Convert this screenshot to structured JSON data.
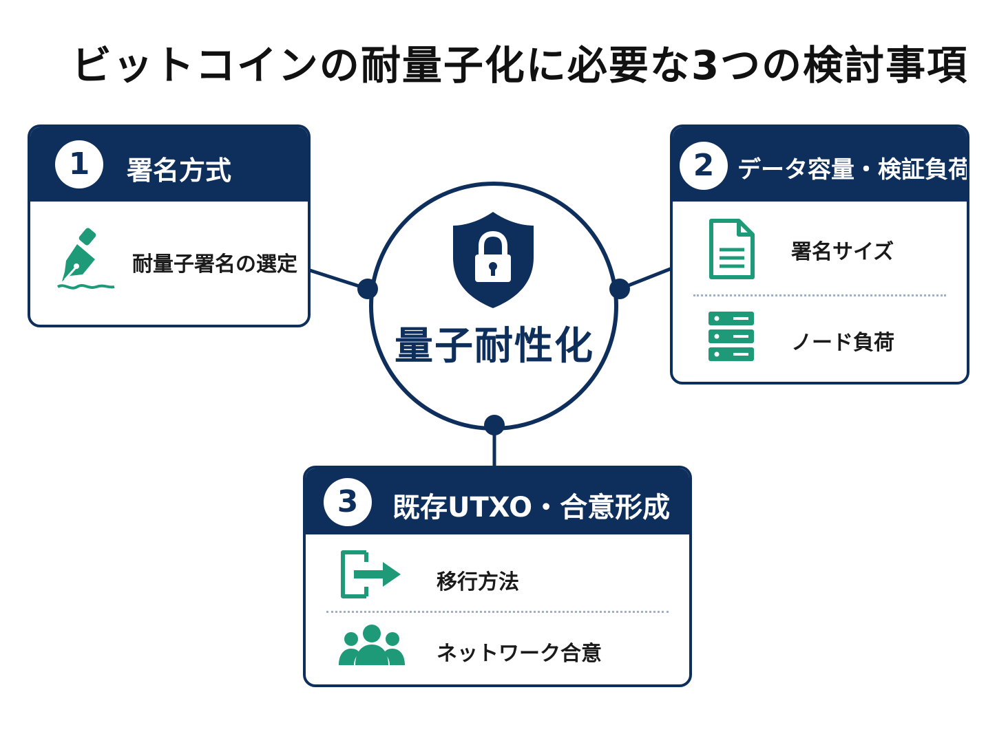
{
  "title": "ビットコインの耐量子化に必要な3つの検討事項",
  "center": {
    "label": "量子耐性化",
    "icon": "shield-lock-icon"
  },
  "colors": {
    "navy": "#0e2f5c",
    "green": "#1f9a78",
    "divider": "#9fb0c4"
  },
  "cards": [
    {
      "number": "1",
      "heading": "署名方式",
      "items": [
        {
          "label": "耐量子署名の選定",
          "icon": "fountain-pen-icon"
        }
      ]
    },
    {
      "number": "2",
      "heading": "データ容量・検証負荷",
      "items": [
        {
          "label": "署名サイズ",
          "icon": "document-icon"
        },
        {
          "label": "ノード負荷",
          "icon": "server-icon"
        }
      ]
    },
    {
      "number": "3",
      "heading": "既存UTXO・合意形成",
      "items": [
        {
          "label": "移行方法",
          "icon": "migration-arrow-icon"
        },
        {
          "label": "ネットワーク合意",
          "icon": "people-group-icon"
        }
      ]
    }
  ]
}
